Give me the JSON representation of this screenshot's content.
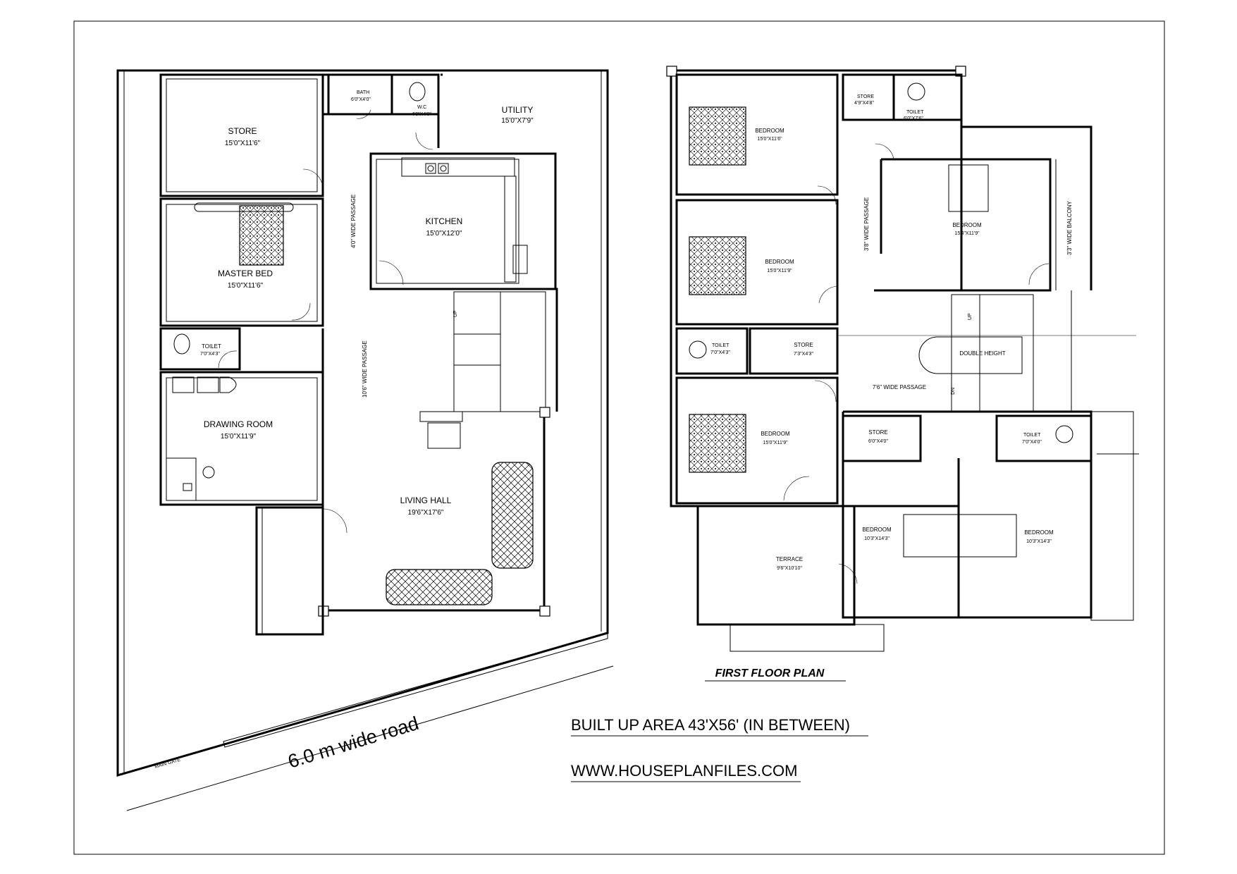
{
  "ground_floor": {
    "rooms": [
      {
        "name": "STORE",
        "size": "15'0\"X11'6\""
      },
      {
        "name": "MASTER BED",
        "size": "15'0\"X11'6\""
      },
      {
        "name": "TOILET",
        "size": "7'0\"X4'3\""
      },
      {
        "name": "DRAWING ROOM",
        "size": "15'0\"X11'9\""
      },
      {
        "name": "BATH",
        "size": "6'0\"X4'0\""
      },
      {
        "name": "W.C",
        "size": "4'0\"X4'0\""
      },
      {
        "name": "UTILITY",
        "size": "15'0\"X7'9\""
      },
      {
        "name": "KITCHEN",
        "size": "15'0\"X12'0\""
      },
      {
        "name": "LIVING HALL",
        "size": "19'6\"X17'6\""
      }
    ],
    "passage_upper": "4'0\" WIDE PASSAGE",
    "passage_lower": "10'6\" WIDE PASSAGE",
    "stair_up": "UP",
    "main_gate": "MAIN GATE",
    "road": "6.0 m wide road"
  },
  "first_floor": {
    "title": "FIRST FLOOR PLAN",
    "rooms": [
      {
        "name": "BEDROOM",
        "size": "15'0\"X11'6\""
      },
      {
        "name": "STORE",
        "size": "4'9\"X4'8\""
      },
      {
        "name": "TOILET",
        "size": "6'0\"X7'6\""
      },
      {
        "name": "BEDROOM",
        "size": "15'4\"X11'9\""
      },
      {
        "name": "BEDROOM",
        "size": "15'0\"X11'9\""
      },
      {
        "name": "TOILET",
        "size": "7'0\"X4'3\""
      },
      {
        "name": "STORE",
        "size": "7'3\"X4'3\""
      },
      {
        "name": "BEDROOM",
        "size": "15'0\"X11'9\""
      },
      {
        "name": "STORE",
        "size": "6'0\"X4'0\""
      },
      {
        "name": "TOILET",
        "size": "7'0\"X4'0\""
      },
      {
        "name": "BEDROOM",
        "size": "10'3\"X14'3\""
      },
      {
        "name": "BEDROOM",
        "size": "10'3\"X14'3\""
      },
      {
        "name": "TERRACE",
        "size": "9'6\"X10'10\""
      }
    ],
    "passage_vertical": "3'8\" WIDE PASSAGE",
    "passage_horizontal": "7'6\" WIDE PASSAGE",
    "balcony": "3'3\" WIDE BALCONY",
    "double_height": "DOUBLE HEIGHT",
    "stair_up": "UP",
    "stair_down": "DN"
  },
  "notes": {
    "built_up_area": "BUILT UP AREA 43'X56' (IN BETWEEN)",
    "website": "WWW.HOUSEPLANFILES.COM"
  }
}
